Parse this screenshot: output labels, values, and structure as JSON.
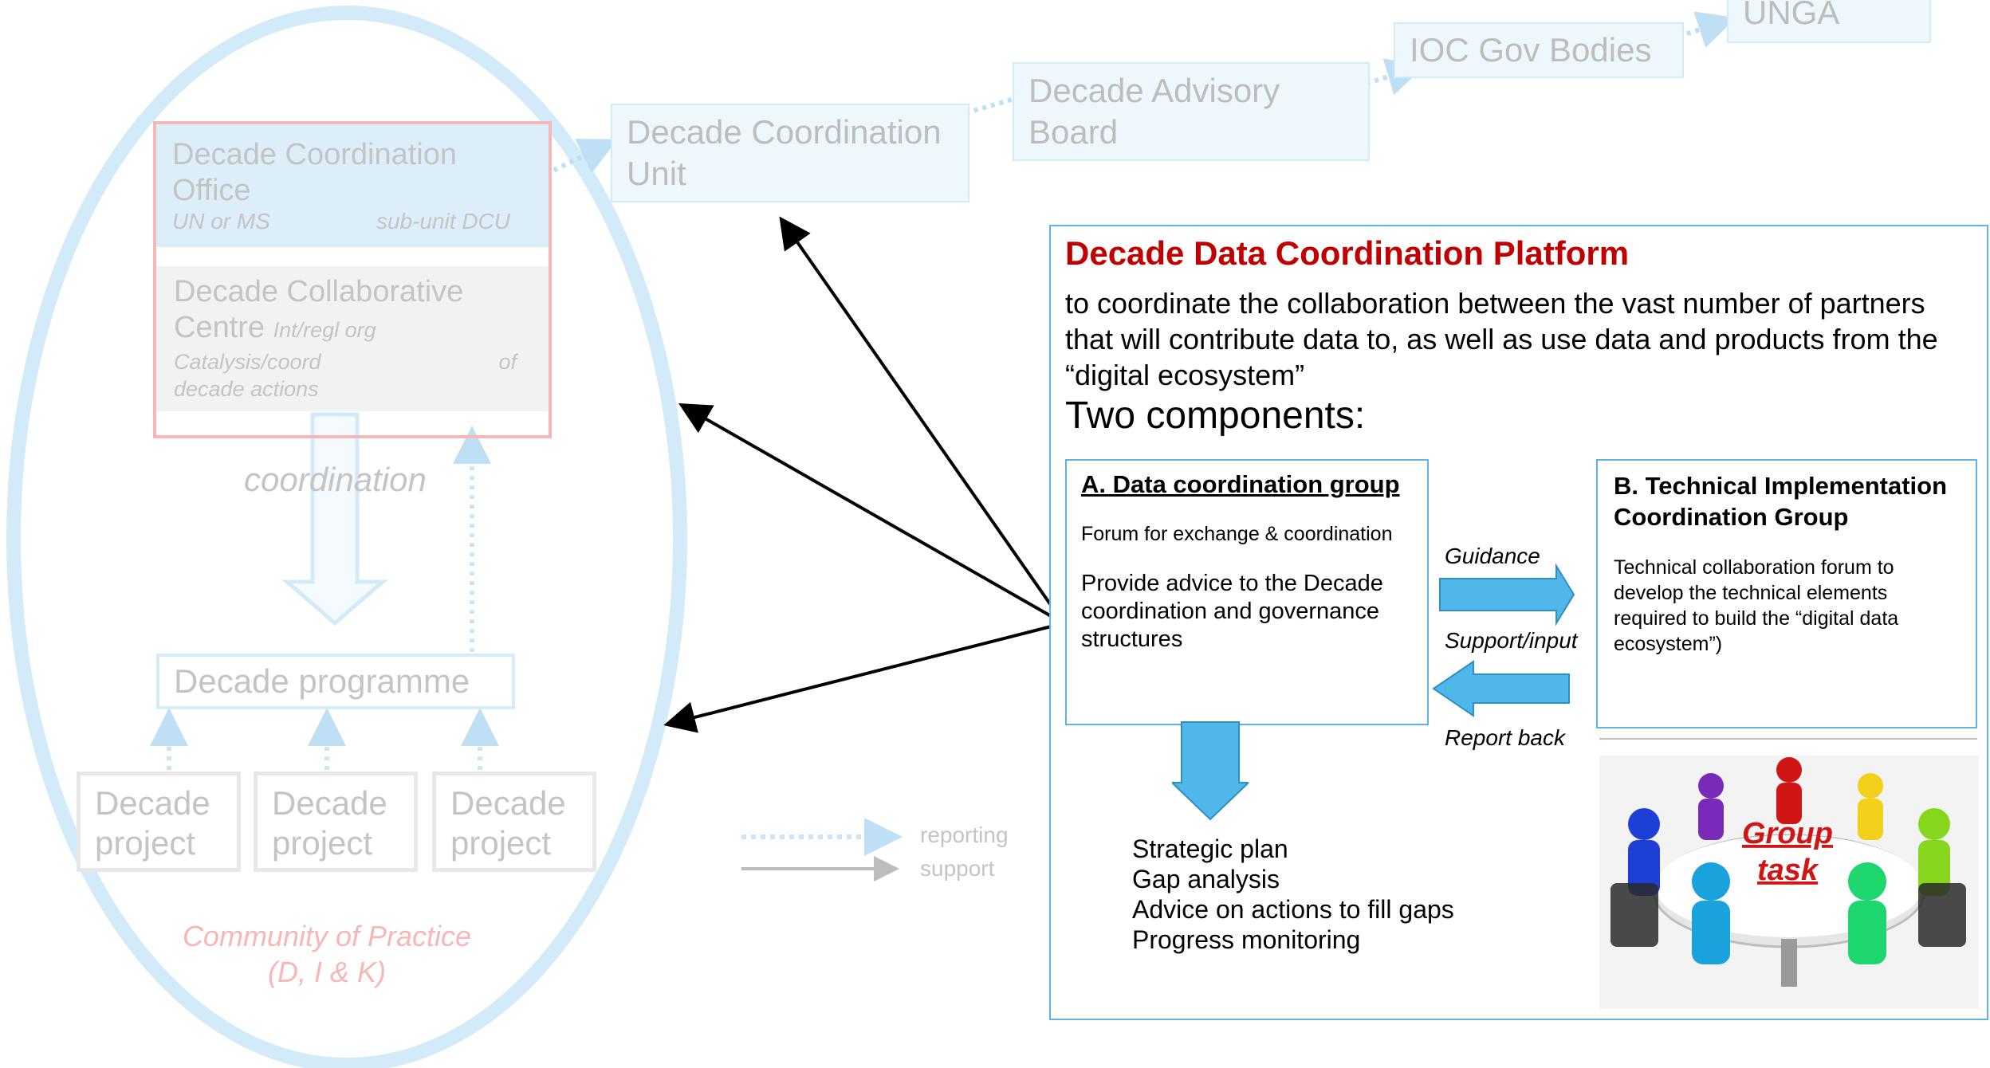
{
  "hierarchy": {
    "unga": "UNGA",
    "ioc": "IOC Gov Bodies",
    "advisory": "Decade Advisory Board",
    "dcu": "Decade Coordination Unit"
  },
  "left": {
    "dco_title": "Decade Coordination Office",
    "dco_sub_left": "UN or MS",
    "dco_sub_right": "sub-unit DCU",
    "dcc_title": "Decade Collaborative Centre",
    "dcc_inline": "Int/regl org",
    "dcc_row_left": "Catalysis/coord",
    "dcc_row_right": "of",
    "dcc_row2": "decade actions",
    "coordination": "coordination",
    "programme": "Decade programme",
    "projects": [
      "Decade project",
      "Decade project",
      "Decade project"
    ],
    "community": "Community of Practice (D, I & K)"
  },
  "legend": {
    "reporting": "reporting",
    "support": "support"
  },
  "platform": {
    "title": "Decade Data Coordination Platform",
    "description": "to coordinate the collaboration between the vast number of partners that will contribute data to, as well as use data and products from the “digital ecosystem”",
    "components": "Two components:",
    "box_a": {
      "title": "A. Data coordination group",
      "forum": "Forum for exchange & coordination",
      "advice": "Provide advice to the Decade coordination and governance structures"
    },
    "box_b": {
      "title": "B. Technical Implementation Coordination Group",
      "desc": "Technical collaboration forum to develop the technical elements required to build the “digital data ecosystem”)"
    },
    "arrows": {
      "guidance": "Guidance",
      "support_input": "Support/input",
      "report_back": "Report back"
    },
    "outputs": [
      "Strategic plan",
      "Gap analysis",
      "Advice on actions to fill gaps",
      "Progress monitoring"
    ],
    "image_text": [
      "Group",
      "task"
    ]
  },
  "colors": {
    "accent_blue": "#5fb3e6",
    "arrow_blue": "#4fb7ea",
    "title_red": "#c00000",
    "faded_blue": "#d2ebf8",
    "faded_pink": "#f4b8b8"
  }
}
